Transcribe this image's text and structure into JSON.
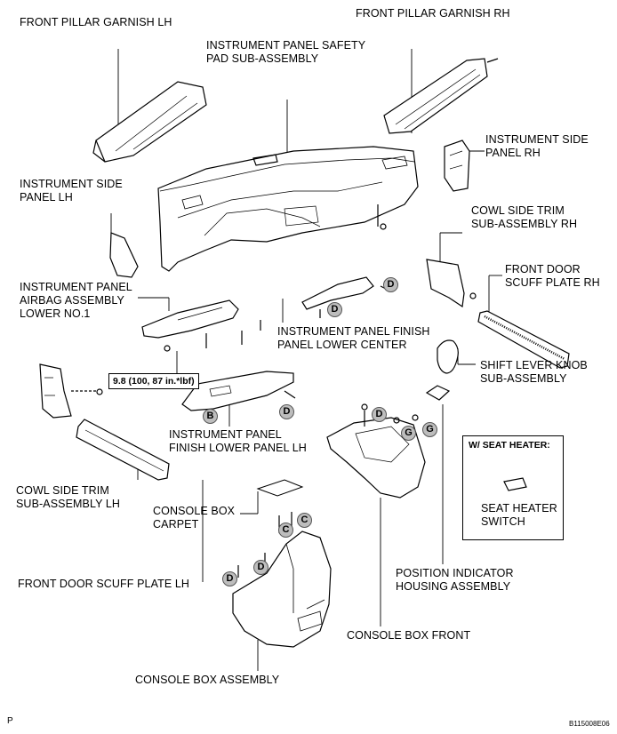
{
  "labels": {
    "pillar_lh": [
      "FRONT PILLAR GARNISH LH"
    ],
    "pillar_rh": [
      "FRONT PILLAR GARNISH RH"
    ],
    "safety_pad": [
      "INSTRUMENT PANEL SAFETY",
      "PAD SUB-ASSEMBLY"
    ],
    "side_panel_rh": [
      "INSTRUMENT SIDE",
      "PANEL RH"
    ],
    "side_panel_lh": [
      "INSTRUMENT SIDE",
      "PANEL LH"
    ],
    "cowl_rh": [
      "COWL SIDE TRIM",
      "SUB-ASSEMBLY RH"
    ],
    "scuff_rh": [
      "FRONT DOOR",
      "SCUFF PLATE RH"
    ],
    "airbag": [
      "INSTRUMENT PANEL",
      "AIRBAG ASSEMBLY",
      "LOWER NO.1"
    ],
    "finish_center": [
      "INSTRUMENT PANEL FINISH",
      "PANEL LOWER CENTER"
    ],
    "shift_knob": [
      "SHIFT LEVER KNOB",
      "SUB-ASSEMBLY"
    ],
    "finish_lh": [
      "INSTRUMENT PANEL",
      "FINISH LOWER PANEL LH"
    ],
    "cowl_lh": [
      "COWL SIDE TRIM",
      "SUB-ASSEMBLY LH"
    ],
    "carpet": [
      "CONSOLE BOX",
      "CARPET"
    ],
    "seat_switch": [
      "SEAT HEATER",
      "SWITCH"
    ],
    "position_housing": [
      "POSITION INDICATOR",
      "HOUSING ASSEMBLY"
    ],
    "scuff_lh": [
      "FRONT DOOR SCUFF PLATE LH"
    ],
    "console_front": [
      "CONSOLE BOX FRONT"
    ],
    "console_assy": [
      "CONSOLE BOX ASSEMBLY"
    ]
  },
  "torque_spec": "9.8 (100, 87 in.*lbf)",
  "seat_heater_box_title": "W/ SEAT HEATER:",
  "markers": {
    "D": "D",
    "B": "B",
    "G": "G",
    "C": "C"
  },
  "corner_mark": "P",
  "figure_code": "B115008E06"
}
